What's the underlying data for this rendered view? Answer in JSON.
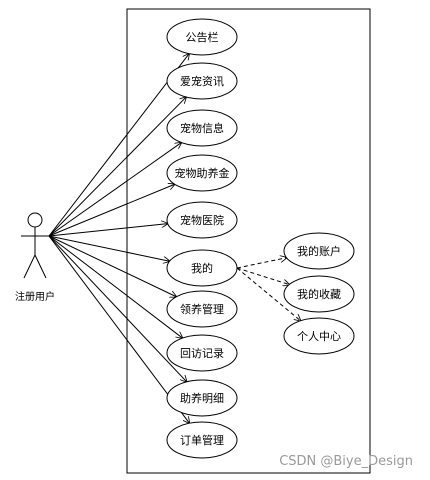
{
  "actor": {
    "name": "注册用户"
  },
  "use_cases": [
    {
      "id": "uc-bulletin",
      "label": "公告栏"
    },
    {
      "id": "uc-pet-news",
      "label": "爱宠资讯"
    },
    {
      "id": "uc-pet-info",
      "label": "宠物信息"
    },
    {
      "id": "uc-pet-fund",
      "label": "宠物助养金"
    },
    {
      "id": "uc-pet-hospital",
      "label": "宠物医院"
    },
    {
      "id": "uc-mine",
      "label": "我的"
    },
    {
      "id": "uc-adoption-mgmt",
      "label": "领养管理"
    },
    {
      "id": "uc-visit-records",
      "label": "回访记录"
    },
    {
      "id": "uc-sponsor-detail",
      "label": "助养明细"
    },
    {
      "id": "uc-order-mgmt",
      "label": "订单管理"
    }
  ],
  "sub_use_cases": [
    {
      "id": "uc-my-account",
      "label": "我的账户"
    },
    {
      "id": "uc-my-favorites",
      "label": "我的收藏"
    },
    {
      "id": "uc-personal-center",
      "label": "个人中心"
    }
  ],
  "watermark": "CSDN @Biye_Design"
}
